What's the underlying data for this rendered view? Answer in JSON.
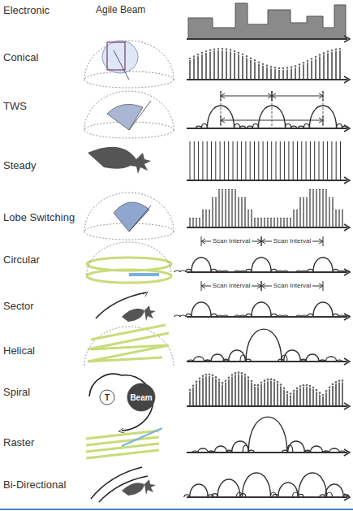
{
  "diagram": {
    "labels": [
      "Electronic",
      "Agile Beam",
      "Conical",
      "TWS",
      "Steady",
      "Lobe Switching",
      "Circular",
      "Sector",
      "Helical",
      "Spiral",
      "Raster",
      "Bi-Directional",
      "Scan Interval",
      "Scan Interval",
      "Scan Interval",
      "Scan Interval",
      "T",
      "Beam"
    ]
  }
}
